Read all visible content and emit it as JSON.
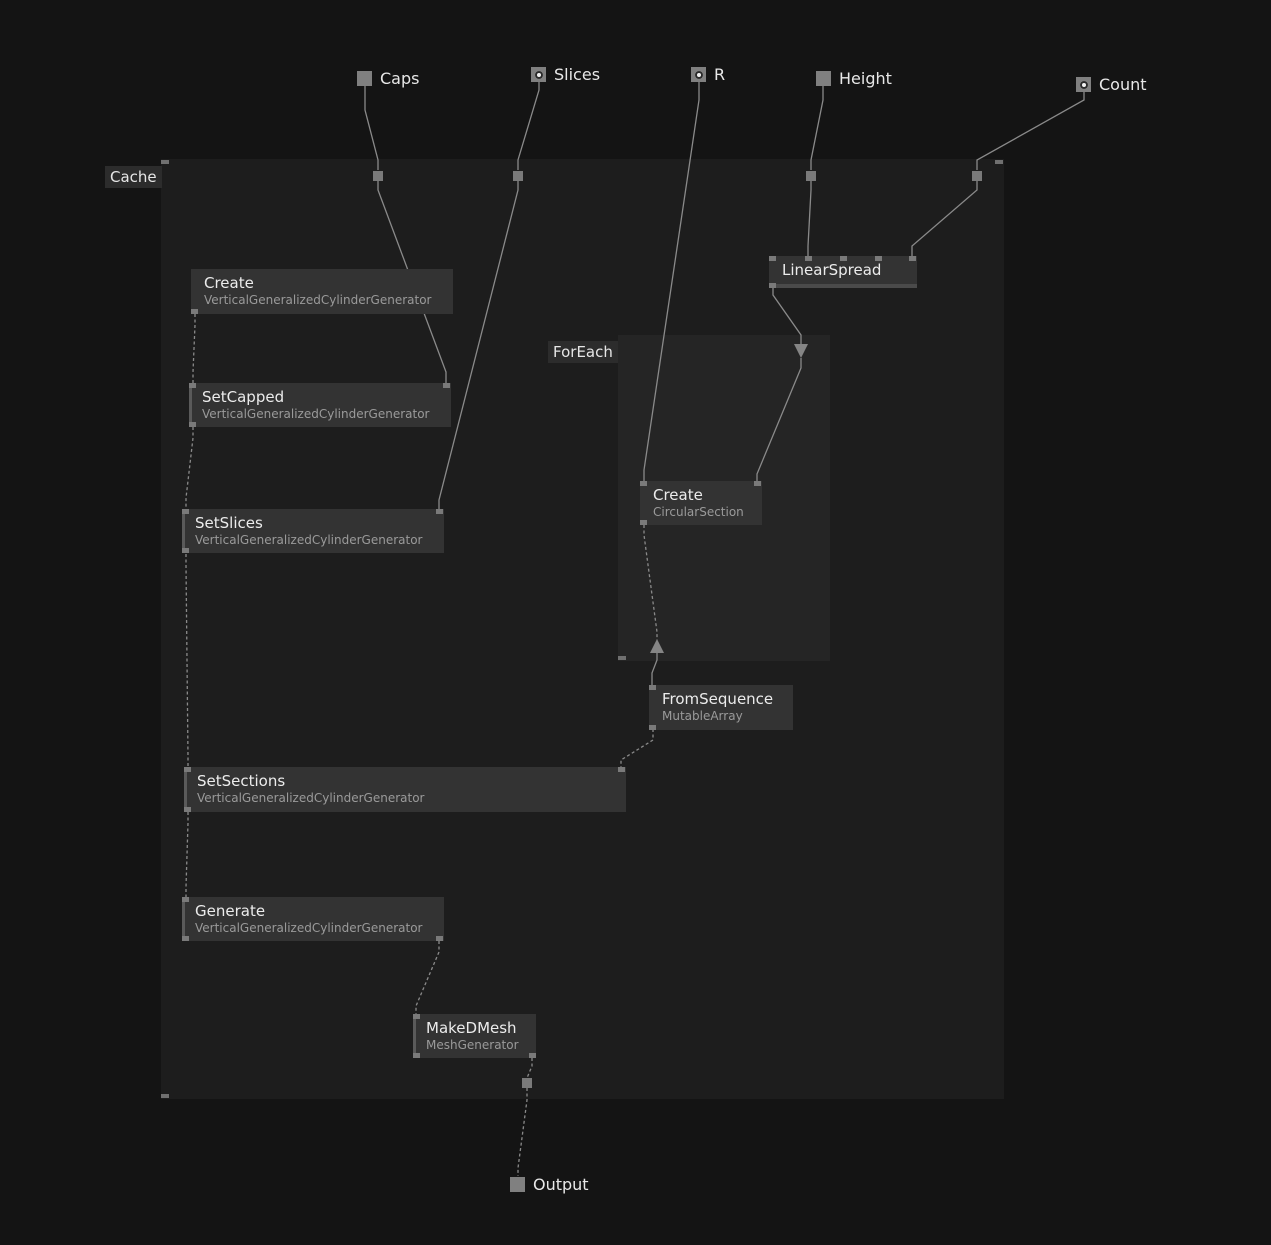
{
  "inputs": [
    {
      "label": "Caps",
      "style": "square"
    },
    {
      "label": "Slices",
      "style": "radio"
    },
    {
      "label": "R",
      "style": "radio"
    },
    {
      "label": "Height",
      "style": "square"
    },
    {
      "label": "Count",
      "style": "radio"
    }
  ],
  "output": {
    "label": "Output"
  },
  "regions": {
    "cache": {
      "label": "Cache"
    },
    "foreach": {
      "label": "ForEach"
    }
  },
  "nodes": {
    "create_cylinder": {
      "title": "Create",
      "subtitle": "VerticalGeneralizedCylinderGenerator"
    },
    "set_capped": {
      "title": "SetCapped",
      "subtitle": "VerticalGeneralizedCylinderGenerator"
    },
    "set_slices": {
      "title": "SetSlices",
      "subtitle": "VerticalGeneralizedCylinderGenerator"
    },
    "set_sections": {
      "title": "SetSections",
      "subtitle": "VerticalGeneralizedCylinderGenerator"
    },
    "generate": {
      "title": "Generate",
      "subtitle": "VerticalGeneralizedCylinderGenerator"
    },
    "make_dmesh": {
      "title": "MakeDMesh",
      "subtitle": "MeshGenerator"
    },
    "linear_spread": {
      "title": "LinearSpread"
    },
    "create_circular": {
      "title": "Create",
      "subtitle": "CircularSection"
    },
    "from_sequence": {
      "title": "FromSequence",
      "subtitle": "MutableArray"
    }
  },
  "colors": {
    "background": "#141414",
    "region": "#1d1d1d",
    "foreach_region": "#252525",
    "node": "#333333",
    "wire": "#8a8a8a"
  }
}
